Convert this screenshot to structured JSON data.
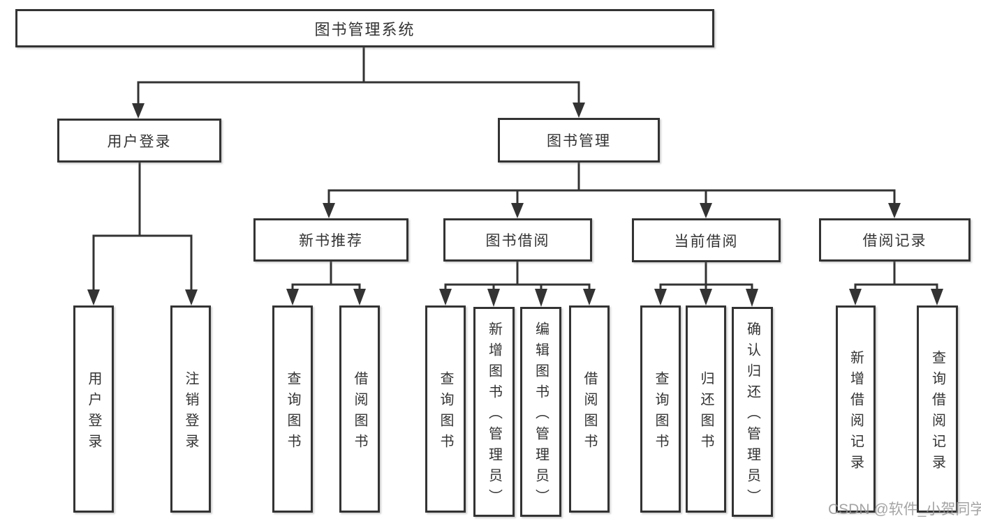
{
  "diagram": {
    "root": {
      "label": "图书管理系统"
    },
    "level2": [
      {
        "label": "用户登录"
      },
      {
        "label": "图书管理"
      }
    ],
    "level3": [
      {
        "label": "新书推荐"
      },
      {
        "label": "图书借阅"
      },
      {
        "label": "当前借阅"
      },
      {
        "label": "借阅记录"
      }
    ],
    "leaf_groups": {
      "user": [
        "用户登录",
        "注销登录"
      ],
      "newbook": [
        "查询图书",
        "借阅图书"
      ],
      "borrow": [
        "查询图书",
        "新增图书（管理员）",
        "编辑图书（管理员）",
        "借阅图书"
      ],
      "current": [
        "查询图书",
        "归还图书",
        "确认归还（管理员）"
      ],
      "records": [
        "新增借阅记录",
        "查询借阅记录"
      ]
    },
    "colors": {
      "line": "#333333",
      "box_border": "#333333",
      "text": "#333333",
      "watermark": "#949494",
      "background": "#ffffff"
    }
  },
  "watermark": {
    "text": "CSDN @软件_小贺同学"
  }
}
